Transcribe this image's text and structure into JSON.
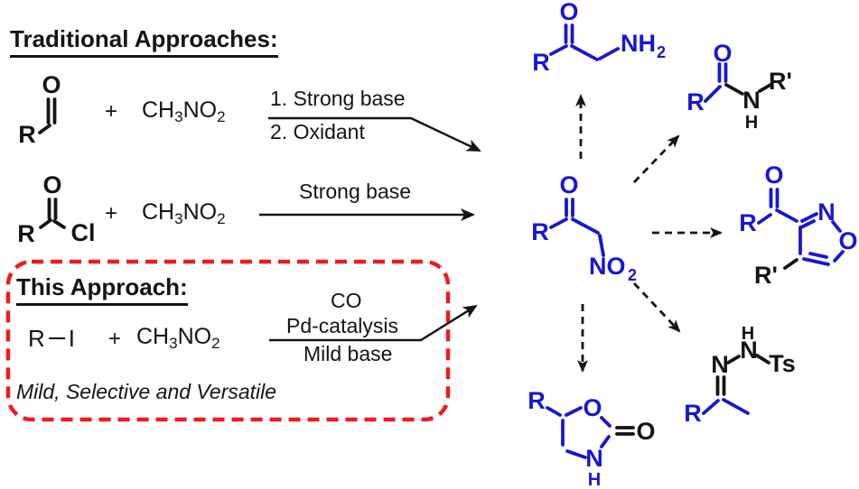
{
  "colors": {
    "blue": "#1717cf",
    "red": "#ef1a1d",
    "ink": "#141414"
  },
  "headings": {
    "traditional": "Traditional Approaches:",
    "this_approach": "This Approach:",
    "tagline": "Mild, Selective and Versatile"
  },
  "symbols": {
    "plus": "+"
  },
  "formulas": {
    "nitromethane": {
      "b1": "CH",
      "s1": "3",
      "b2": "NO",
      "s2": "2"
    }
  },
  "routes": {
    "aldehyde": {
      "conditions_line1": "1. Strong base",
      "conditions_line2": "2. Oxidant",
      "atoms": {
        "R": "R",
        "O": "O"
      }
    },
    "acid_chloride": {
      "conditions": "Strong base",
      "atoms": {
        "R": "R",
        "O": "O",
        "Cl": "Cl"
      }
    },
    "this_work": {
      "alkyl": "R",
      "halide": "I",
      "conditions_line1": "CO",
      "conditions_line2": "Pd-catalysis",
      "conditions_line3": "Mild base"
    }
  },
  "molecules": {
    "nitroketone": {
      "R": "R",
      "O": "O",
      "NO": "NO",
      "sub": "2"
    },
    "aminoketone": {
      "R": "R",
      "O": "O",
      "NH": "NH",
      "sub": "2"
    },
    "amide": {
      "R": "R",
      "O": "O",
      "N": "N",
      "H": "H",
      "R_prime": "R'"
    },
    "isoxazole": {
      "R": "R",
      "O_carbonyl": "O",
      "N": "N",
      "O_ring": "O",
      "R_prime": "R'"
    },
    "tosylhydrazone": {
      "R": "R",
      "N1": "N",
      "N2": "N",
      "H": "H",
      "Ts": "Ts"
    },
    "oxazolidinone": {
      "R": "R",
      "O_ring": "O",
      "O_carbonyl": "O",
      "N": "N",
      "H": "H"
    }
  }
}
